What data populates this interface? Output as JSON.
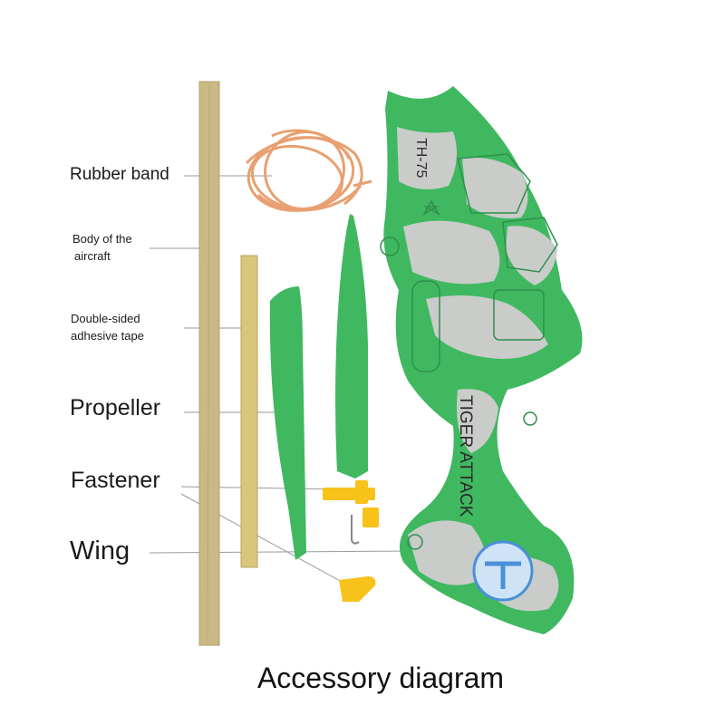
{
  "labels": {
    "rubber_band": "Rubber band",
    "body_line1": "Body of the",
    "body_line2": "aircraft",
    "tape_line1": "Double-sided",
    "tape_line2": "adhesive tape",
    "propeller": "Propeller",
    "fastener": "Fastener",
    "wing": "Wing"
  },
  "plane_print": {
    "model": "TH-75",
    "name": "TIGER ATTACK"
  },
  "caption": "Accessory diagram",
  "colors": {
    "foam_green": "#3fb860",
    "foam_grey": "#c9ccc9",
    "wood": "#c9ba85",
    "rubber": "#e8a070",
    "fastener": "#f7c21a",
    "leader_line": "#9a9a9a"
  }
}
